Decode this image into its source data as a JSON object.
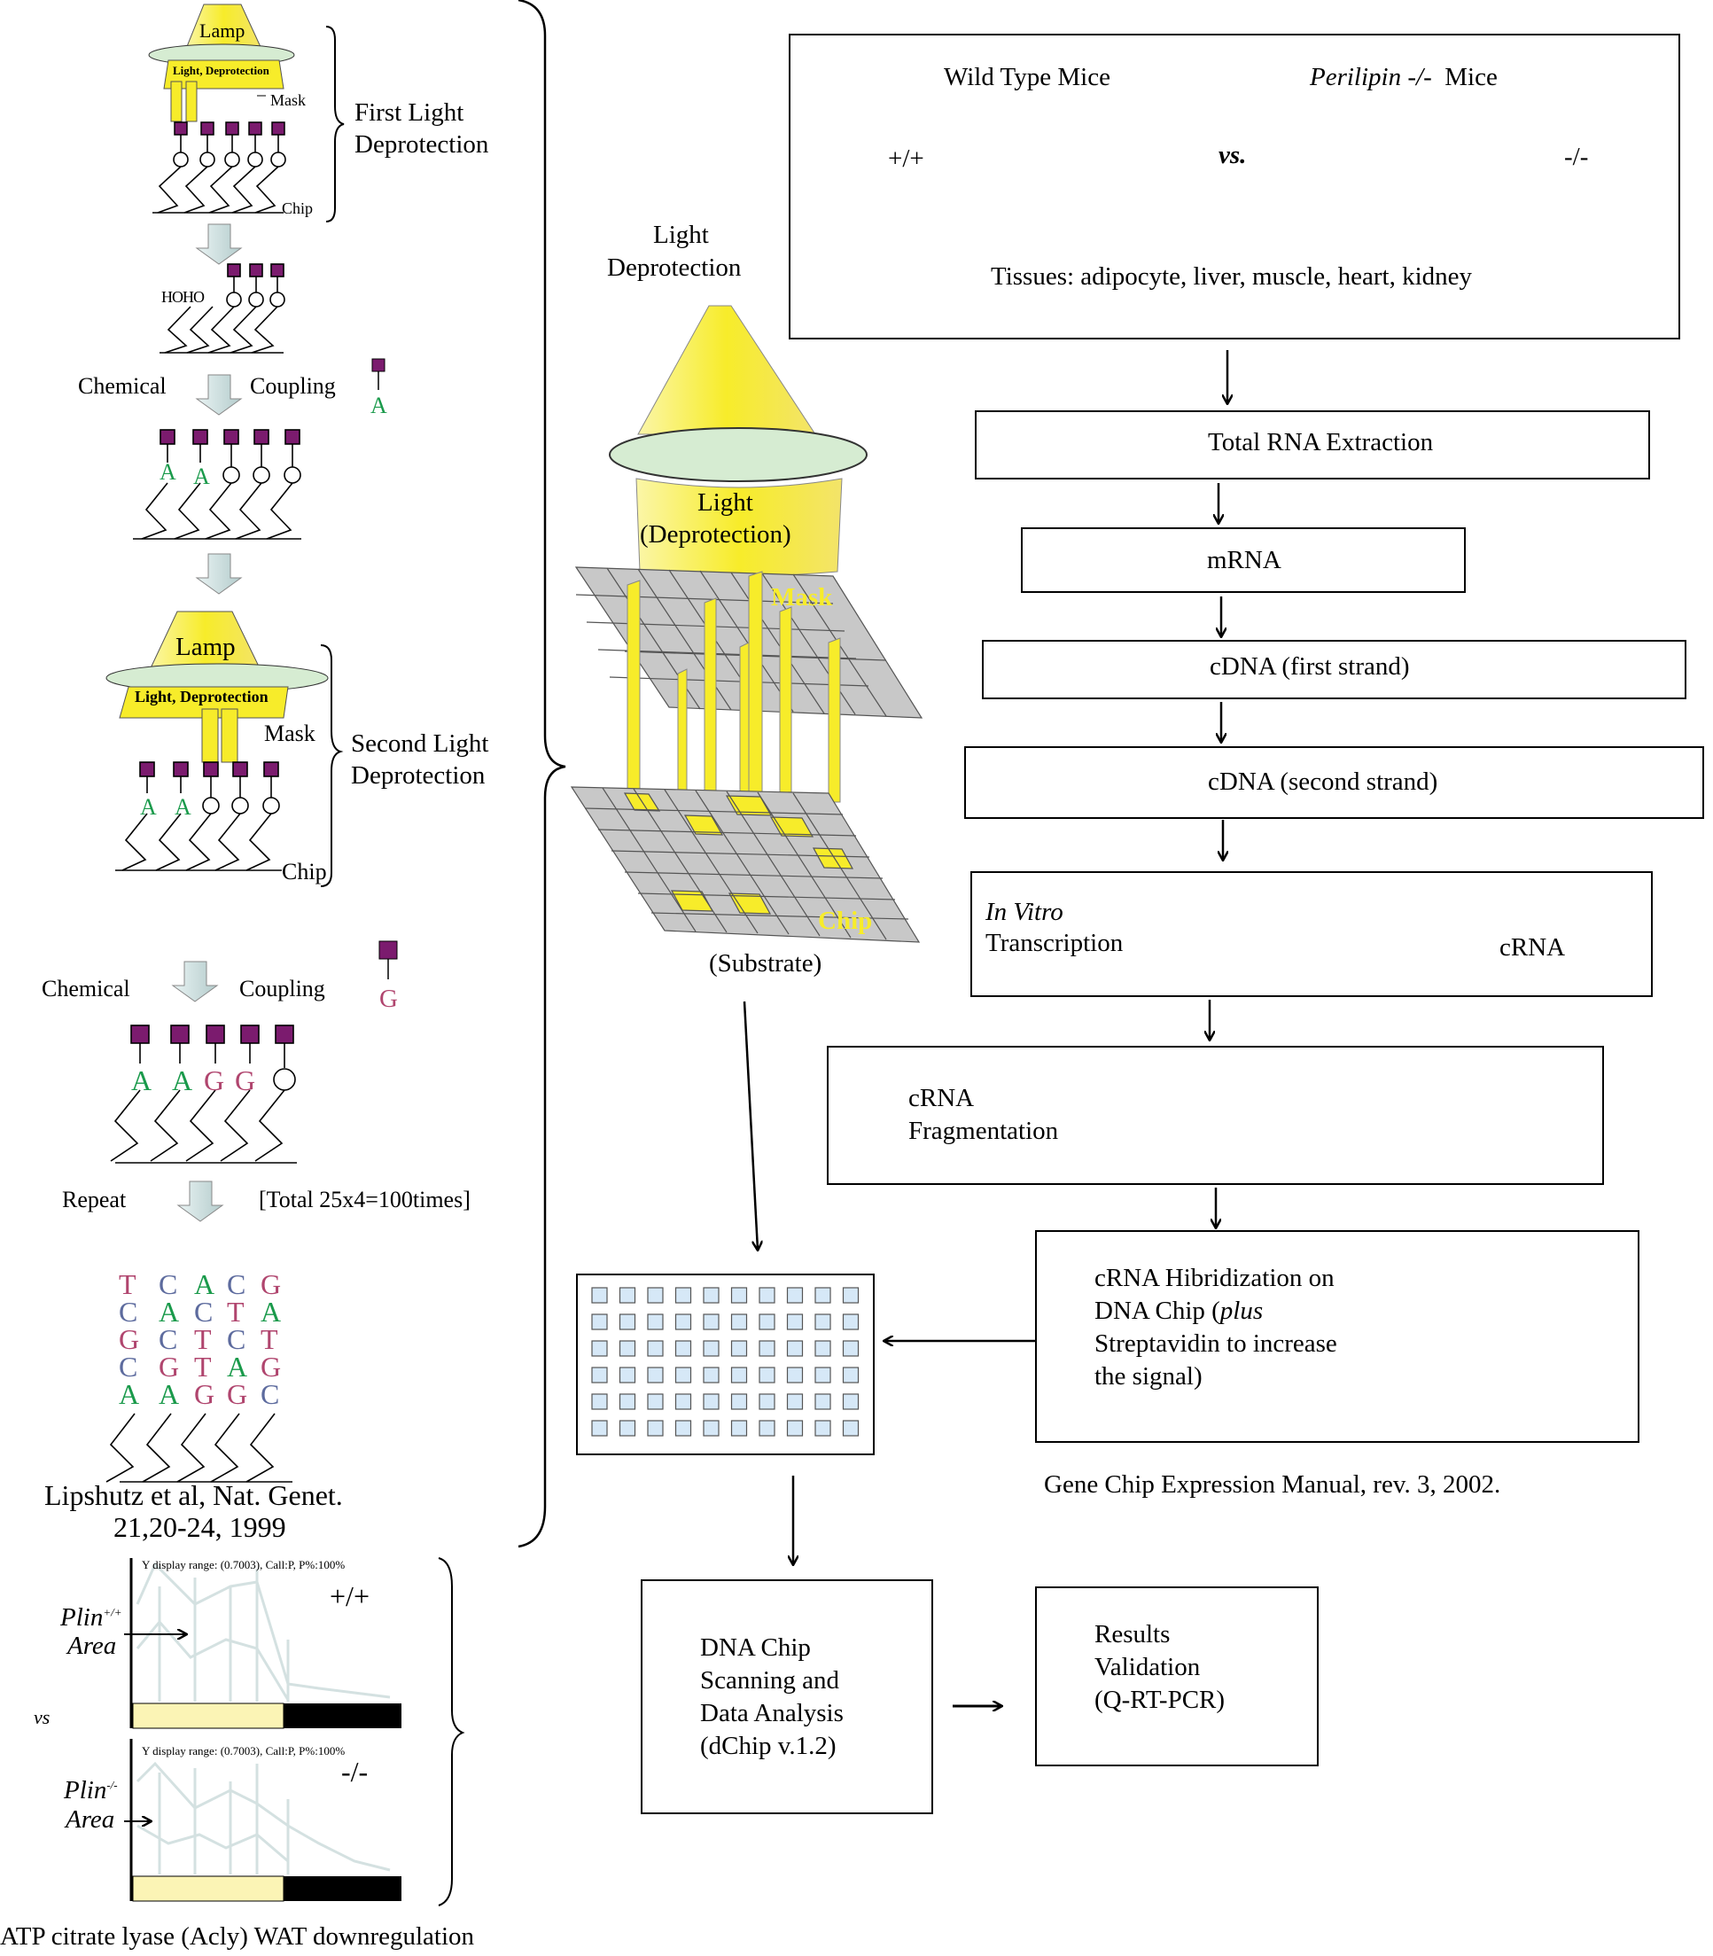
{
  "step1": {
    "lamp": "Lamp",
    "hood": "Light, Deprotection",
    "mask": "Mask",
    "chip": "Chip",
    "title_line1": "First Light",
    "title_line2": "Deprotection",
    "hoh": "HOHO"
  },
  "coupling1": {
    "chemical": "Chemical",
    "coupling": "Coupling",
    "base": "A"
  },
  "step2": {
    "lamp": "Lamp",
    "hood": "Light, Deprotection",
    "mask": "Mask",
    "chip": "Chip",
    "title_line1": "Second Light",
    "title_line2": "Deprotection"
  },
  "coupling2": {
    "chemical": "Chemical",
    "coupling": "Coupling",
    "base": "G"
  },
  "repeat": {
    "label": "Repeat",
    "total": "[Total 25x4=100times]"
  },
  "sequences": {
    "rows": [
      [
        "T",
        "C",
        "A",
        "C",
        "G"
      ],
      [
        "C",
        "A",
        "C",
        "T",
        "A"
      ],
      [
        "G",
        "C",
        "T",
        "C",
        "T"
      ],
      [
        "C",
        "G",
        "T",
        "A",
        "G"
      ],
      [
        "A",
        "A",
        "G",
        "G",
        "C"
      ]
    ],
    "colors": {
      "A": "#1a9a4b",
      "C": "#5d6b9e",
      "G": "#b0456e",
      "T": "#b0456e"
    }
  },
  "citation_left": {
    "line1": "Lipshutz et al, Nat. Genet.",
    "line2": "21,20-24, 1999"
  },
  "plots": {
    "top": {
      "range": "Y display range: (0.7003), Call:P, P%:100%",
      "genotype": "+/+",
      "plin": "Plin",
      "sup": "+/+",
      "area": "Area"
    },
    "vs": "vs",
    "bottom": {
      "range": "Y display range: (0.7003), Call:P, P%:100%",
      "genotype": "-/-",
      "plin": "Plin",
      "sup": "-/-",
      "area": "Area"
    },
    "caption": "ATP citrate lyase (Acly) WAT downregulation"
  },
  "center": {
    "title_line1": "Light",
    "title_line2": "Deprotection",
    "cone_line1": "Light",
    "cone_line2": "(Deprotection)",
    "mask": "Mask",
    "chip": "Chip",
    "substrate": "(Substrate)"
  },
  "mice": {
    "wild": "Wild Type Mice",
    "perilipin": "Perilipin -/-",
    "mice_word": "Mice",
    "plus": "+/+",
    "vs": "vs.",
    "minus": "-/-",
    "tissues": "Tissues: adipocyte, liver, muscle, heart, kidney"
  },
  "flow": {
    "total_rna": "Total RNA Extraction",
    "mrna": "mRNA",
    "cdna1": "cDNA (first strand)",
    "cdna2": "cDNA (second strand)",
    "ivt_line1": "In Vitro",
    "ivt_line2": "Transcription",
    "crna": "cRNA",
    "frag_line1": "cRNA",
    "frag_line2": "Fragmentation",
    "hyb_line1": "cRNA Hibridization on",
    "hyb_line2a": "DNA Chip (",
    "hyb_line2b": "plus",
    "hyb_line3": "Streptavidin to increase",
    "hyb_line4": "the signal)",
    "manual": "Gene Chip Expression Manual, rev. 3, 2002.",
    "scan_line1": "DNA Chip",
    "scan_line2": "Scanning and",
    "scan_line3": "Data Analysis",
    "scan_line4": "(dChip v.1.2)",
    "val_line1": "Results",
    "val_line2": "Validation",
    "val_line3": "(Q-RT-PCR)"
  },
  "colors": {
    "purple": "#7b1b6e",
    "green": "#1a9a4b",
    "yellow": "#f7ec2a",
    "pink": "#d8578b",
    "blue": "#2b4a9e",
    "red": "#c1273f",
    "gray": "#c8c8c8"
  }
}
